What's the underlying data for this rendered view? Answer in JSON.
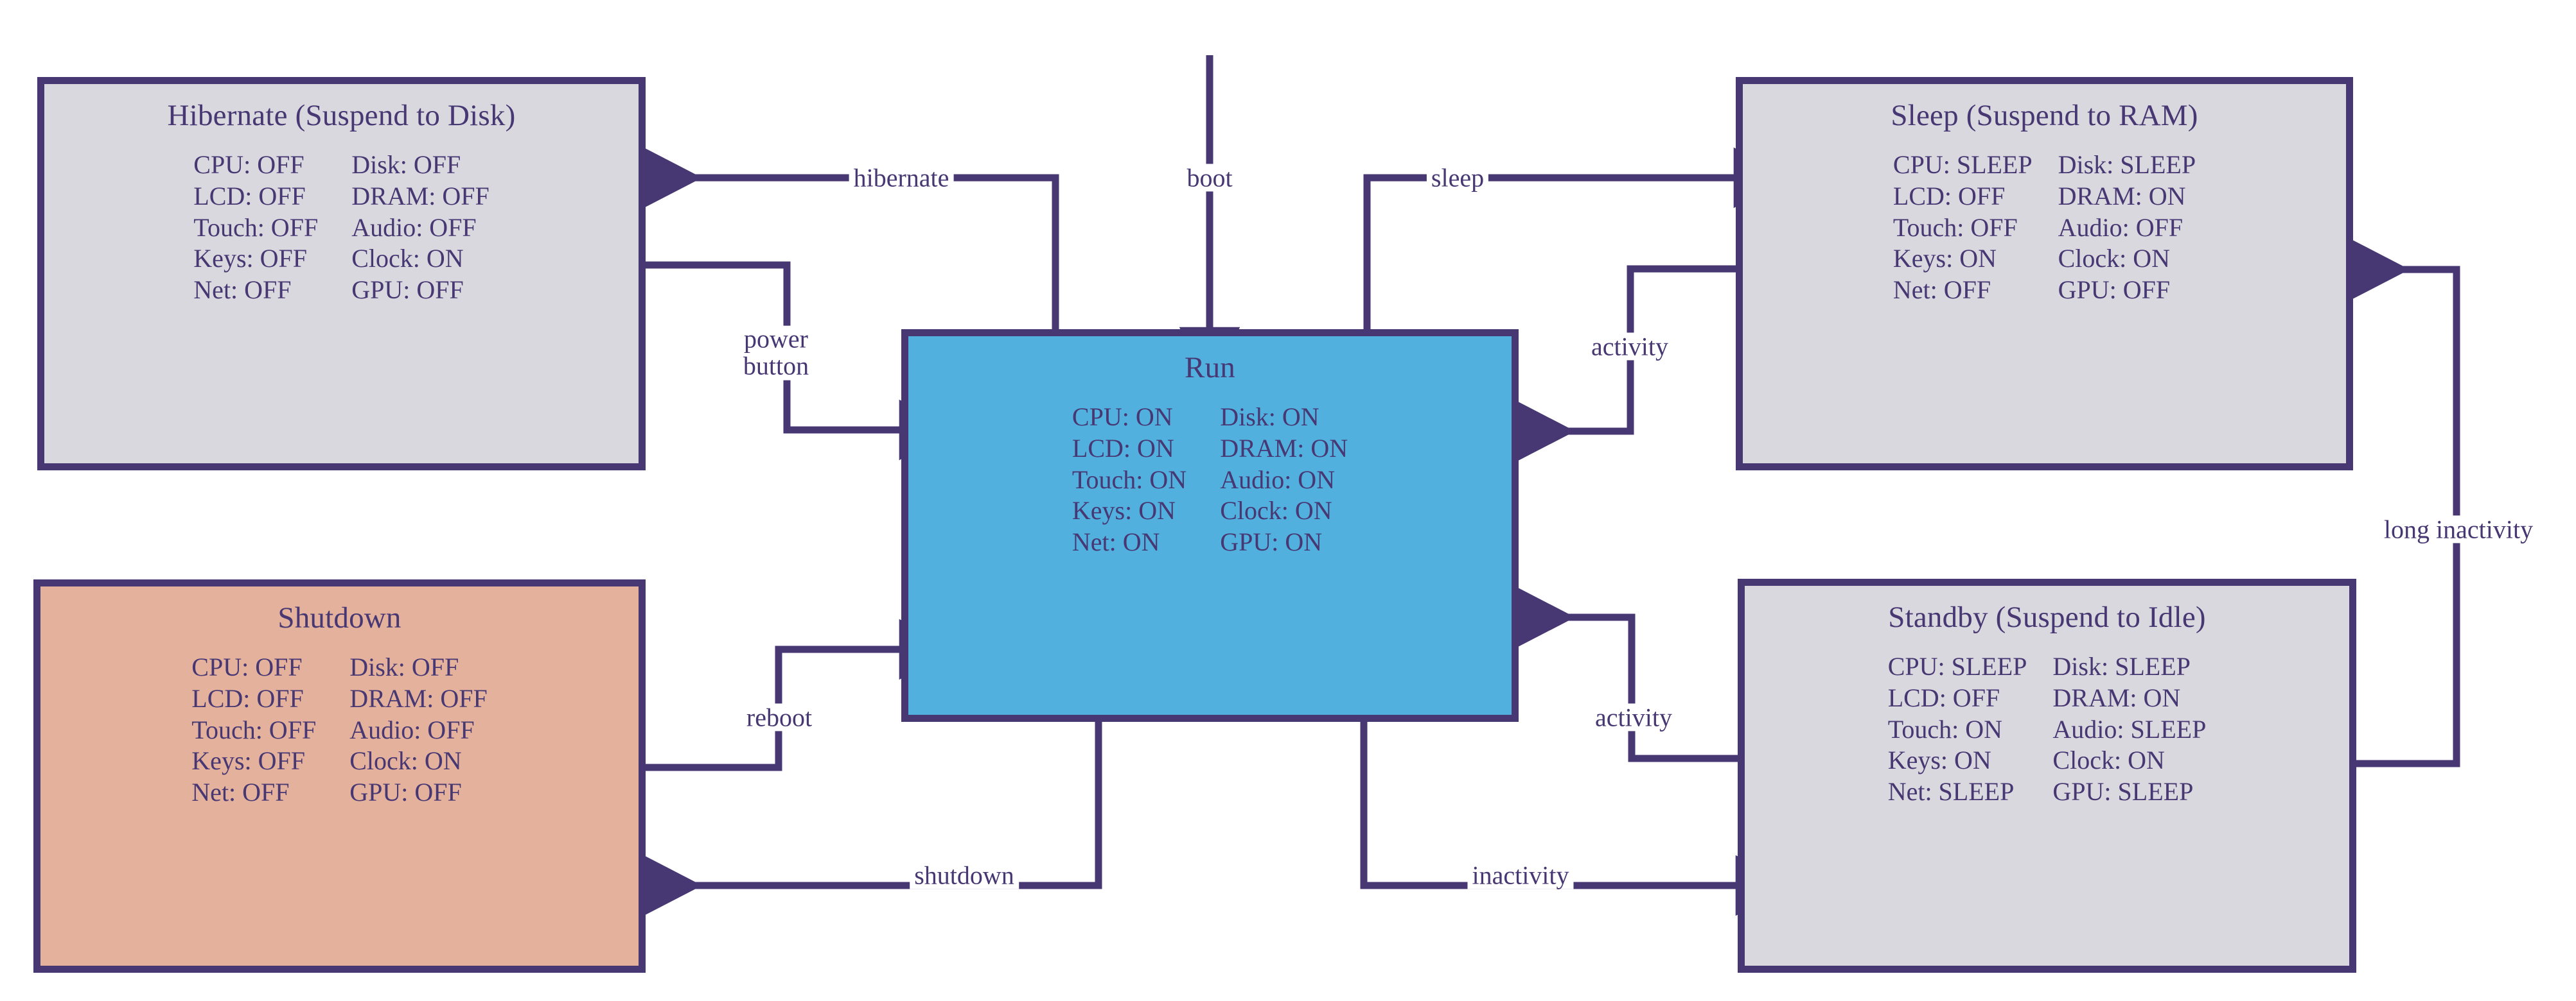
{
  "diagram": {
    "title": "Power management state machine",
    "colors": {
      "stroke": "#473772",
      "grey_fill": "#d9d8de",
      "blue_fill": "#52b0de",
      "orange_fill": "#e3b19c",
      "background": "#ffffff"
    }
  },
  "states": {
    "hibernate": {
      "title": "Hibernate (Suspend to Disk)",
      "fill": "grey",
      "attributes": [
        {
          "label": "CPU: OFF",
          "label2": "Disk: OFF"
        },
        {
          "label": "LCD: OFF",
          "label2": "DRAM: OFF"
        },
        {
          "label": "Touch: OFF",
          "label2": "Audio: OFF"
        },
        {
          "label": "Keys: OFF",
          "label2": "Clock: ON"
        },
        {
          "label": "Net: OFF",
          "label2": "GPU: OFF"
        }
      ]
    },
    "sleep": {
      "title": "Sleep (Suspend to RAM)",
      "fill": "grey",
      "attributes": [
        {
          "label": "CPU: SLEEP",
          "label2": "Disk: SLEEP"
        },
        {
          "label": "LCD: OFF",
          "label2": "DRAM: ON"
        },
        {
          "label": "Touch: OFF",
          "label2": "Audio: OFF"
        },
        {
          "label": "Keys: ON",
          "label2": "Clock: ON"
        },
        {
          "label": "Net: OFF",
          "label2": "GPU: OFF"
        }
      ]
    },
    "run": {
      "title": "Run",
      "fill": "blue",
      "attributes": [
        {
          "label": "CPU: ON",
          "label2": "Disk: ON"
        },
        {
          "label": "LCD: ON",
          "label2": "DRAM: ON"
        },
        {
          "label": "Touch: ON",
          "label2": "Audio: ON"
        },
        {
          "label": "Keys: ON",
          "label2": "Clock: ON"
        },
        {
          "label": "Net: ON",
          "label2": "GPU: ON"
        }
      ]
    },
    "shutdown": {
      "title": "Shutdown",
      "fill": "orange",
      "attributes": [
        {
          "label": "CPU: OFF",
          "label2": "Disk: OFF"
        },
        {
          "label": "LCD: OFF",
          "label2": "DRAM: OFF"
        },
        {
          "label": "Touch: OFF",
          "label2": "Audio: OFF"
        },
        {
          "label": "Keys: OFF",
          "label2": "Clock: ON"
        },
        {
          "label": "Net: OFF",
          "label2": "GPU: OFF"
        }
      ]
    },
    "standby": {
      "title": "Standby (Suspend to Idle)",
      "fill": "grey",
      "attributes": [
        {
          "label": "CPU: SLEEP",
          "label2": "Disk: SLEEP"
        },
        {
          "label": "LCD: OFF",
          "label2": "DRAM: ON"
        },
        {
          "label": "Touch: ON",
          "label2": "Audio: SLEEP"
        },
        {
          "label": "Keys: ON",
          "label2": "Clock: ON"
        },
        {
          "label": "Net: SLEEP",
          "label2": "GPU: SLEEP"
        }
      ]
    }
  },
  "transitions": {
    "boot": {
      "label": "boot",
      "from": "start",
      "to": "run"
    },
    "hibernate": {
      "label": "hibernate",
      "from": "run",
      "to": "hibernate"
    },
    "power_button_l1": {
      "label": "power",
      "from": "hibernate",
      "to": "run"
    },
    "power_button_l2": {
      "label": "button",
      "from": "hibernate",
      "to": "run"
    },
    "sleep": {
      "label": "sleep",
      "from": "run",
      "to": "sleep"
    },
    "activity_sleep": {
      "label": "activity",
      "from": "sleep",
      "to": "run"
    },
    "reboot": {
      "label": "reboot",
      "from": "shutdown",
      "to": "run"
    },
    "shutdown": {
      "label": "shutdown",
      "from": "run",
      "to": "shutdown"
    },
    "inactivity": {
      "label": "inactivity",
      "from": "run",
      "to": "standby"
    },
    "activity_standby": {
      "label": "activity",
      "from": "standby",
      "to": "run"
    },
    "long_inactivity": {
      "label": "long inactivity",
      "from": "standby",
      "to": "sleep"
    }
  }
}
